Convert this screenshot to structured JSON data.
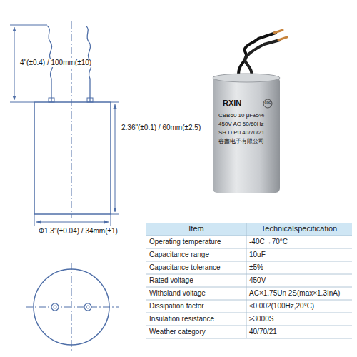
{
  "diagram": {
    "labels": [
      "4\"(±0.4) / 100mm(±10)",
      "2.36\"(±0.1) / 60mm(±2.5)",
      "Φ1.3\"(±0.04) / 34mm(±1)",
      "RXiN",
      "CQC",
      "CBB60 10 μF±5%",
      "450V AC 50/60Hz",
      "SH D.P0 40/70/21",
      "容鑫电子有限公司",
      "Item",
      "Technicalspecification",
      "Operating temperature",
      "-40C→70°C",
      "Capacitance range",
      "10uF",
      "Capacitance tolerance",
      "±5%",
      "Rated voltage",
      "450V",
      "Withsland voltage",
      "AC×1.75Un 2S(max×1.3InA)",
      "Dissipation factor",
      "≤0.002(100Hz,20°C)",
      "Insulation resistance",
      "≥3000S",
      "Weather category",
      "40/70/21"
    ]
  }
}
